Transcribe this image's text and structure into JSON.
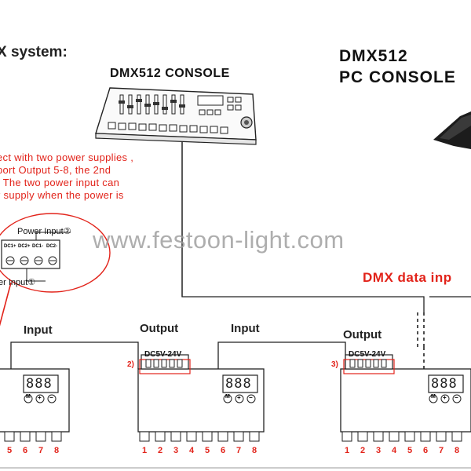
{
  "heading": "X system:",
  "console": {
    "label": "DMX512 CONSOLE"
  },
  "pc_console": {
    "line1": "DMX512",
    "line2": "PC CONSOLE"
  },
  "note": {
    "line1": "ect with two power supplies ,",
    "line2": "port Output 5-8, the 2nd",
    "line3": "; The two power input can",
    "line4": "r supply when the power is"
  },
  "power_detail": {
    "input2": "Power Input②",
    "input1": "er Input①",
    "terminals": [
      "DC1+",
      "DC2+",
      "DC1-",
      "DC2-"
    ]
  },
  "watermark": "www.festoon-light.com",
  "dmx_input_label": "DMX data inp",
  "io_labels": {
    "input_a": "Input",
    "output_a": "Output",
    "input_b": "Input",
    "output_b": "Output"
  },
  "output_terminal": {
    "dc_a": "DC5V-24V",
    "num_a": "2)",
    "dc_b": "DC5V-24V",
    "num_b": "3)"
  },
  "decoder": {
    "display": "888",
    "buttons": [
      "M",
      "+",
      "−"
    ]
  },
  "pins": {
    "left": [
      "5",
      "6",
      "7",
      "8"
    ],
    "middle": [
      "1",
      "2",
      "3",
      "4",
      "5",
      "6",
      "7",
      "8"
    ],
    "right": [
      "1",
      "2",
      "3",
      "4",
      "5",
      "6",
      "7",
      "8"
    ]
  },
  "colors": {
    "accent_red": "#e2231a",
    "line": "#222222",
    "watermark": "#9a9a9a"
  }
}
